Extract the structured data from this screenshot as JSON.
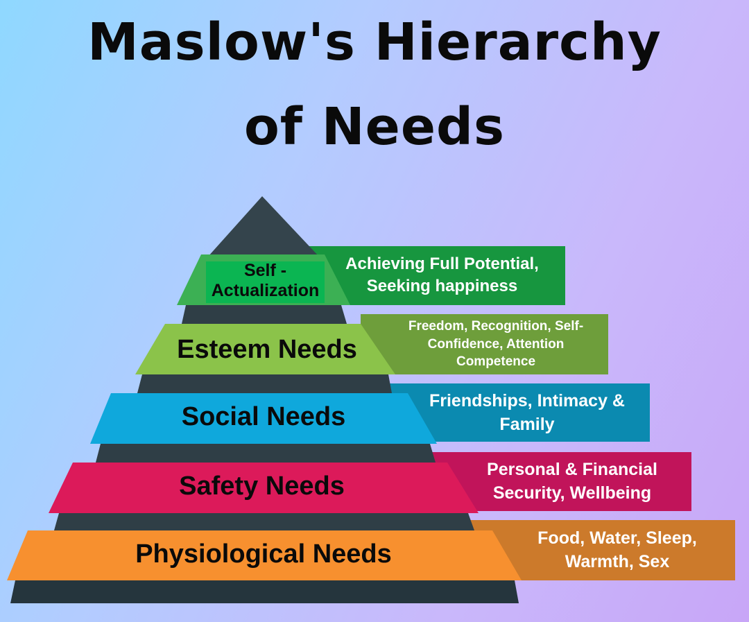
{
  "title": {
    "line1": "Maslow's Hierarchy",
    "line2": "of Needs"
  },
  "levels": [
    {
      "name": "Self - Actualization",
      "description": "Achieving Full Potential, Seeking happiness",
      "color": "#3cb054",
      "box_color": "#17963f"
    },
    {
      "name": "Esteem Needs",
      "description": "Freedom, Recognition, Self-Confidence, Attention Competence",
      "color": "#8bc34a",
      "box_color": "#6e9e3b"
    },
    {
      "name": "Social Needs",
      "description": "Friendships, Intimacy & Family",
      "color": "#0fa8dc",
      "box_color": "#0b8ab0"
    },
    {
      "name": "Safety Needs",
      "description": "Personal & Financial Security, Wellbeing",
      "color": "#dc1a5a",
      "box_color": "#c1145a"
    },
    {
      "name": "Physiological Needs",
      "description": "Food, Water, Sleep, Warmth, Sex",
      "color": "#f7902f",
      "box_color": "#cc7a2b"
    }
  ]
}
